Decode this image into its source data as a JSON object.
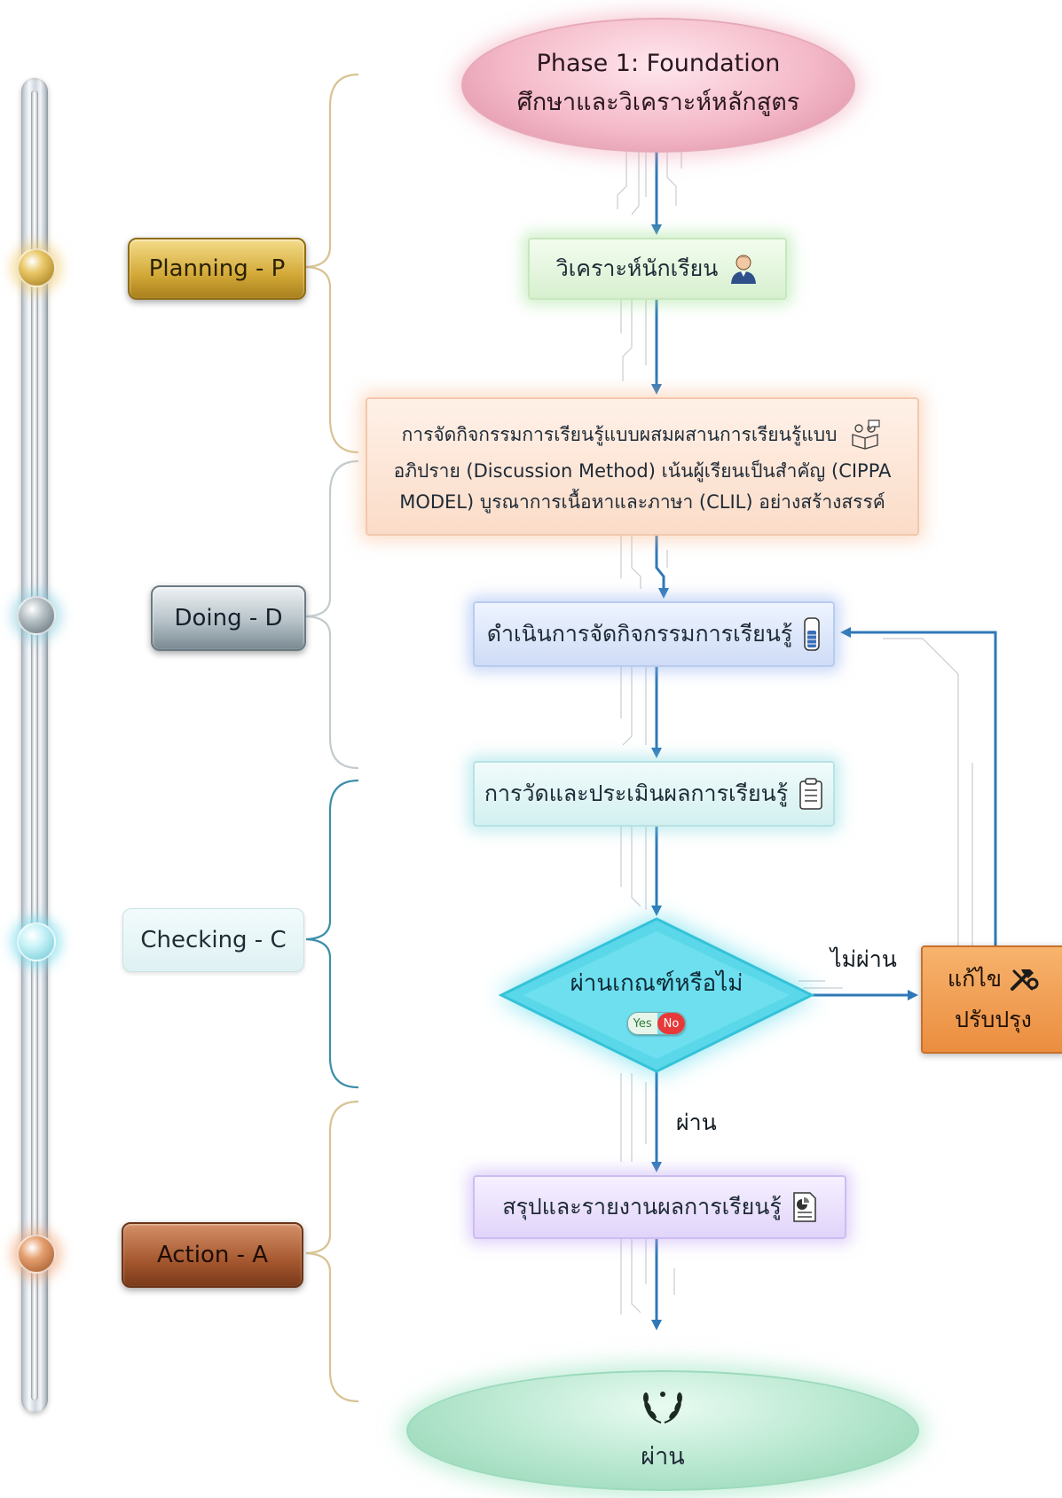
{
  "top_node": {
    "line1": "Phase 1: Foundation",
    "line2": "ศึกษาและวิเคราะห์หลักสูตร"
  },
  "phases": [
    {
      "label": "Planning - P"
    },
    {
      "label": "Doing - D"
    },
    {
      "label": "Checking - C"
    },
    {
      "label": "Action - A"
    }
  ],
  "steps": {
    "analyze_students": "วิเคราะห์นักเรียน",
    "learning_design": {
      "line1": "การจัดกิจกรรมการเรียนรู้แบบผสมผสานการเรียนรู้แบบ",
      "line2": "อภิปราย (Discussion Method) เน้นผู้เรียนเป็นสำคัญ (CIPPA",
      "line3": "MODEL) บูรณาการเนื้อหาและภาษา (CLIL) อย่างสร้างสรรค์"
    },
    "conduct_activities": "ดำเนินการจัดกิจกรรมการเรียนรู้",
    "assessment": "การวัดและประเมินผลการเรียนรู้",
    "decision": "ผ่านเกณฑ์หรือไม่",
    "toggle": {
      "yes": "Yes",
      "no": "No"
    },
    "fail_label": "ไม่ผ่าน",
    "pass_label": "ผ่าน",
    "fix": {
      "line1": "แก้ไข",
      "line2": "ปรับปรุง"
    },
    "summary": "สรุปและรายงานผลการเรียนรู้"
  },
  "end_node": {
    "label": "ผ่าน"
  },
  "colors": {
    "arrow": "#2f78b8",
    "planning": "#d3a938",
    "doing": "#9aa7ae",
    "checking": "#8fd6e0",
    "action": "#b5683c"
  }
}
